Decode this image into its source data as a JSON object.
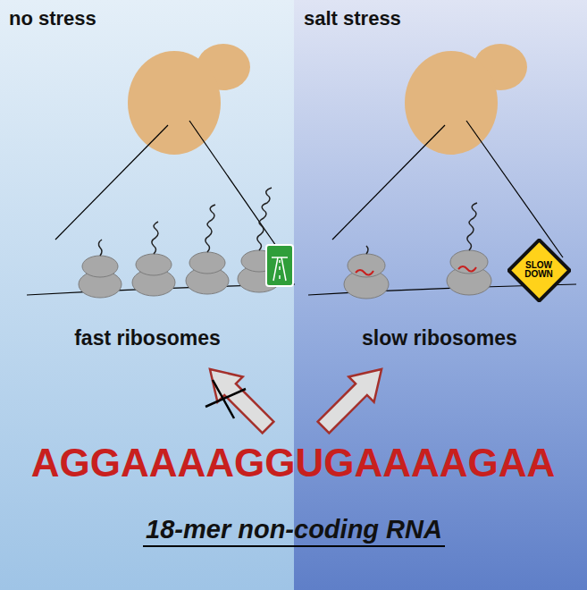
{
  "diagram": {
    "nodes": [
      {
        "text": [
          "SLOW DOWN"
        ]
      }
    ],
    "edges": [],
    "labels": [
      "no stress",
      "salt stress",
      "fast ribosomes",
      "slow ribosomes",
      "AGGAAAAGGUGAAAAGAA",
      "18-mer non-coding RNA"
    ]
  }
}
